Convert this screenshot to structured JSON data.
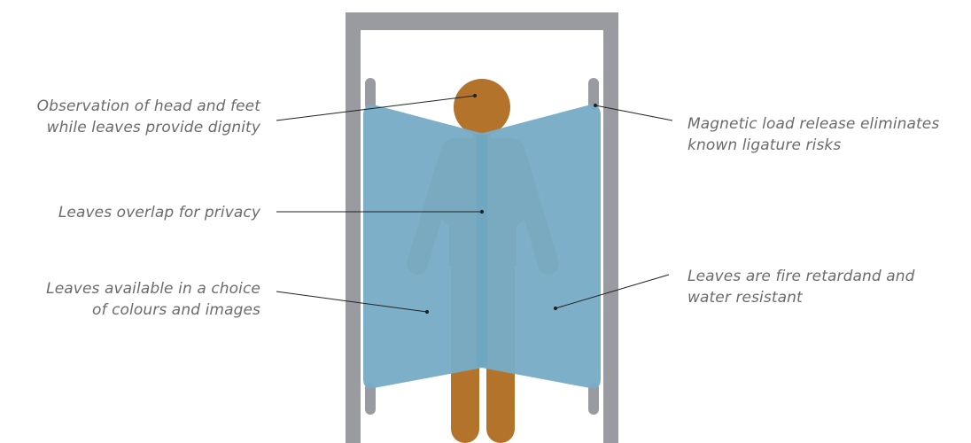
{
  "colors": {
    "frame": "#9a9ba0",
    "person": "#b3732b",
    "leaf": "#78adc6",
    "leaf_overlap": "#6fa6bf",
    "text": "#6b6b6b",
    "leader_line": "#222222"
  },
  "icons": {
    "person": "person-figure-icon",
    "door_frame": "door-frame-icon"
  },
  "annotations": {
    "observation": {
      "line1": "Observation of head and feet",
      "line2": "while leaves provide dignity"
    },
    "overlap": {
      "line1": "Leaves overlap for privacy"
    },
    "colours": {
      "line1": "Leaves available in a choice",
      "line2": "of colours and images"
    },
    "magnetic": {
      "line1": "Magnetic load release eliminates",
      "line2": "known ligature risks"
    },
    "fire": {
      "line1": "Leaves are fire retardand and",
      "line2": "water resistant"
    }
  }
}
